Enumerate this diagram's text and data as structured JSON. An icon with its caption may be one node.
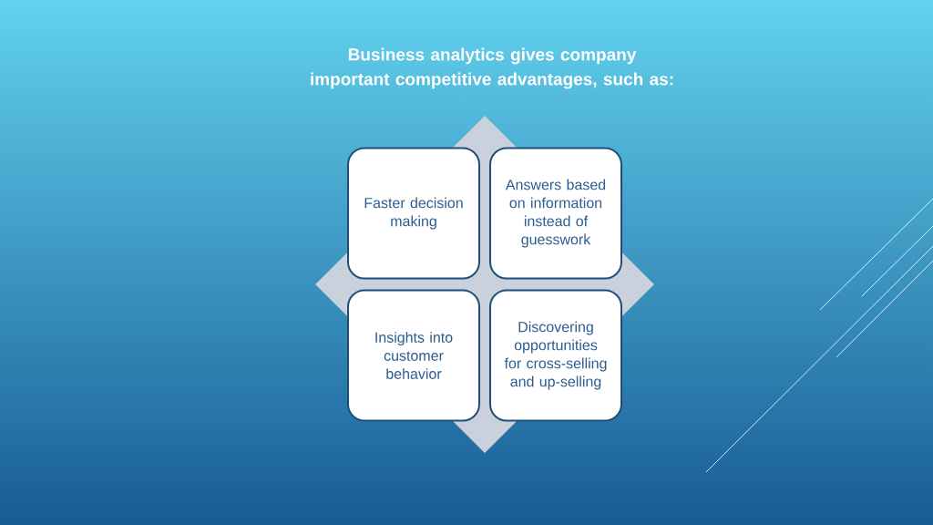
{
  "diagram": {
    "title": "Business analytics gives company important competitive advantages, such as:",
    "nodes": [
      {
        "text": [],
        "shape": "diamond"
      },
      {
        "text": [
          "Faster decision making"
        ],
        "in": 0
      },
      {
        "text": [
          "Answers based on information instead of guesswork"
        ],
        "in": 0
      },
      {
        "text": [
          "Insights into customer behavior"
        ],
        "in": 0
      },
      {
        "text": [
          "Discovering opportunities for cross-selling and up-selling"
        ],
        "in": 0
      }
    ]
  }
}
